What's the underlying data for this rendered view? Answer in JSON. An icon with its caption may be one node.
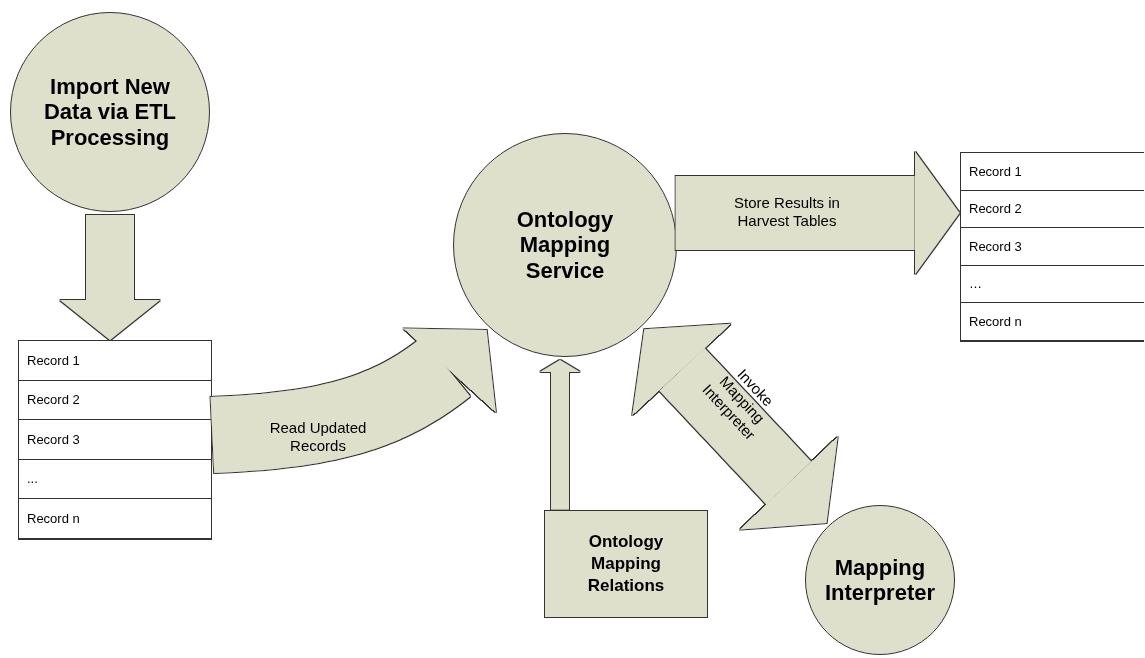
{
  "diagram": {
    "nodes": [
      {
        "text": [
          "Import New Data via ETL Processing"
        ]
      },
      {
        "text": [
          "Record 1",
          "Record 2",
          "Record 3",
          "...",
          "Record n"
        ]
      },
      {
        "text": [
          "Ontology Mapping Service"
        ]
      },
      {
        "text": [
          "Record 1",
          "Record 2",
          "Record 3",
          "…",
          "Record n"
        ]
      },
      {
        "text": [
          "Ontology Mapping Relations"
        ]
      },
      {
        "text": [
          "Mapping Interpreter"
        ]
      }
    ],
    "edges": [
      {
        "from": 0,
        "to": 1,
        "arrow": "to"
      },
      {
        "from": 1,
        "to": 2,
        "arrow": "to",
        "label": "Read Updated Records"
      },
      {
        "from": 4,
        "to": 2,
        "arrow": "to"
      },
      {
        "from": 2,
        "to": 3,
        "arrow": "to",
        "label": "Store Results in Harvest Tables"
      },
      {
        "from": 2,
        "to": 5,
        "arrow": "both",
        "label": "Invoke Mapping Interpreter"
      }
    ]
  }
}
